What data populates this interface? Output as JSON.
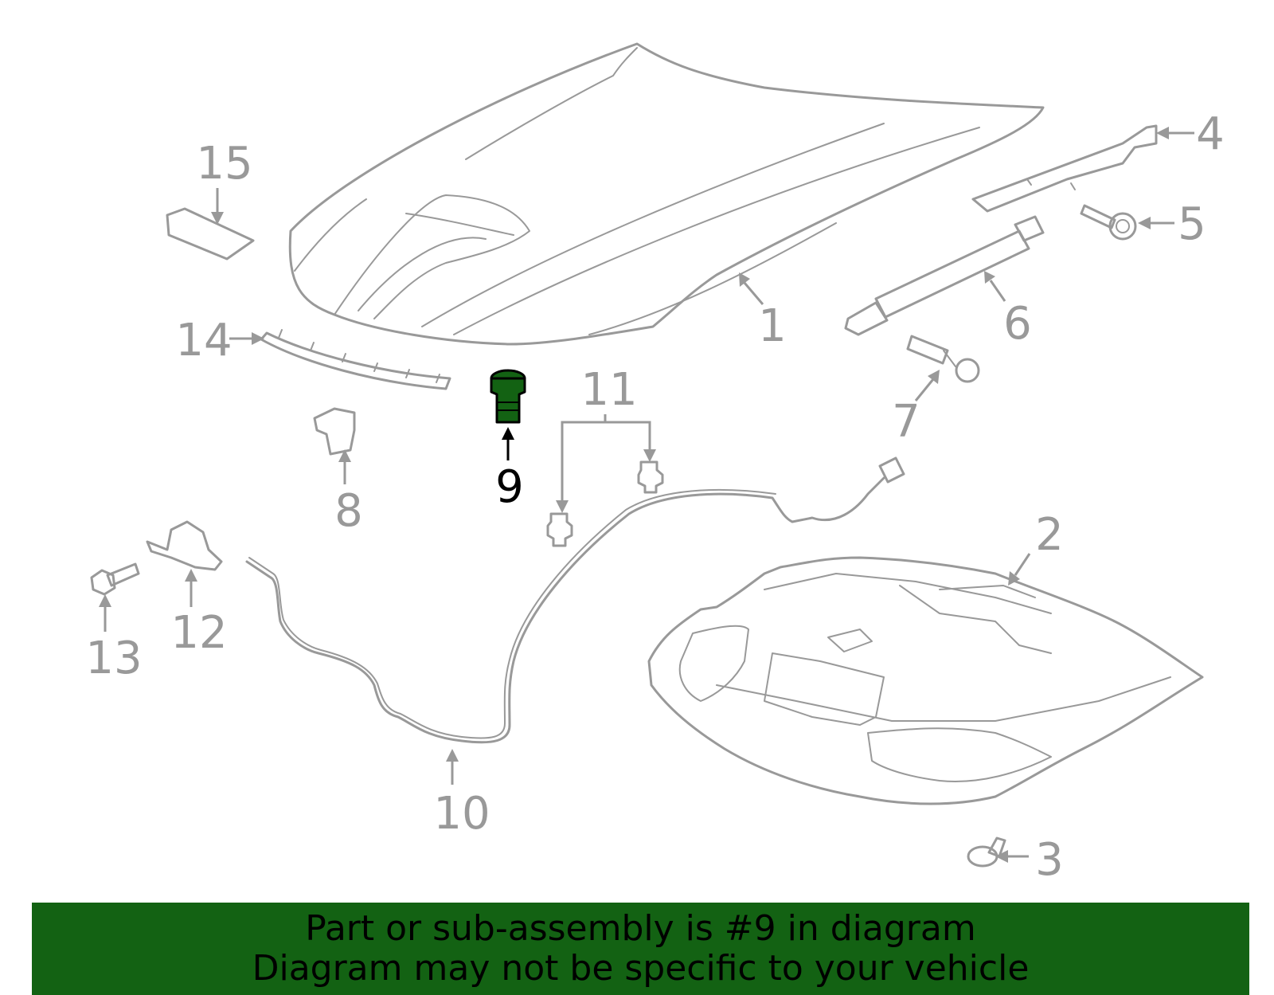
{
  "callouts": {
    "c1": "1",
    "c2": "2",
    "c3": "3",
    "c4": "4",
    "c5": "5",
    "c6": "6",
    "c7": "7",
    "c8": "8",
    "c9": "9",
    "c10": "10",
    "c11": "11",
    "c12": "12",
    "c13": "13",
    "c14": "14",
    "c15": "15"
  },
  "highlight": {
    "part": "9",
    "color": "#136213"
  },
  "banner": {
    "line1": "Part or sub-assembly is #9 in diagram",
    "line2": "Diagram may not be specific to your vehicle",
    "background": "#136213"
  }
}
